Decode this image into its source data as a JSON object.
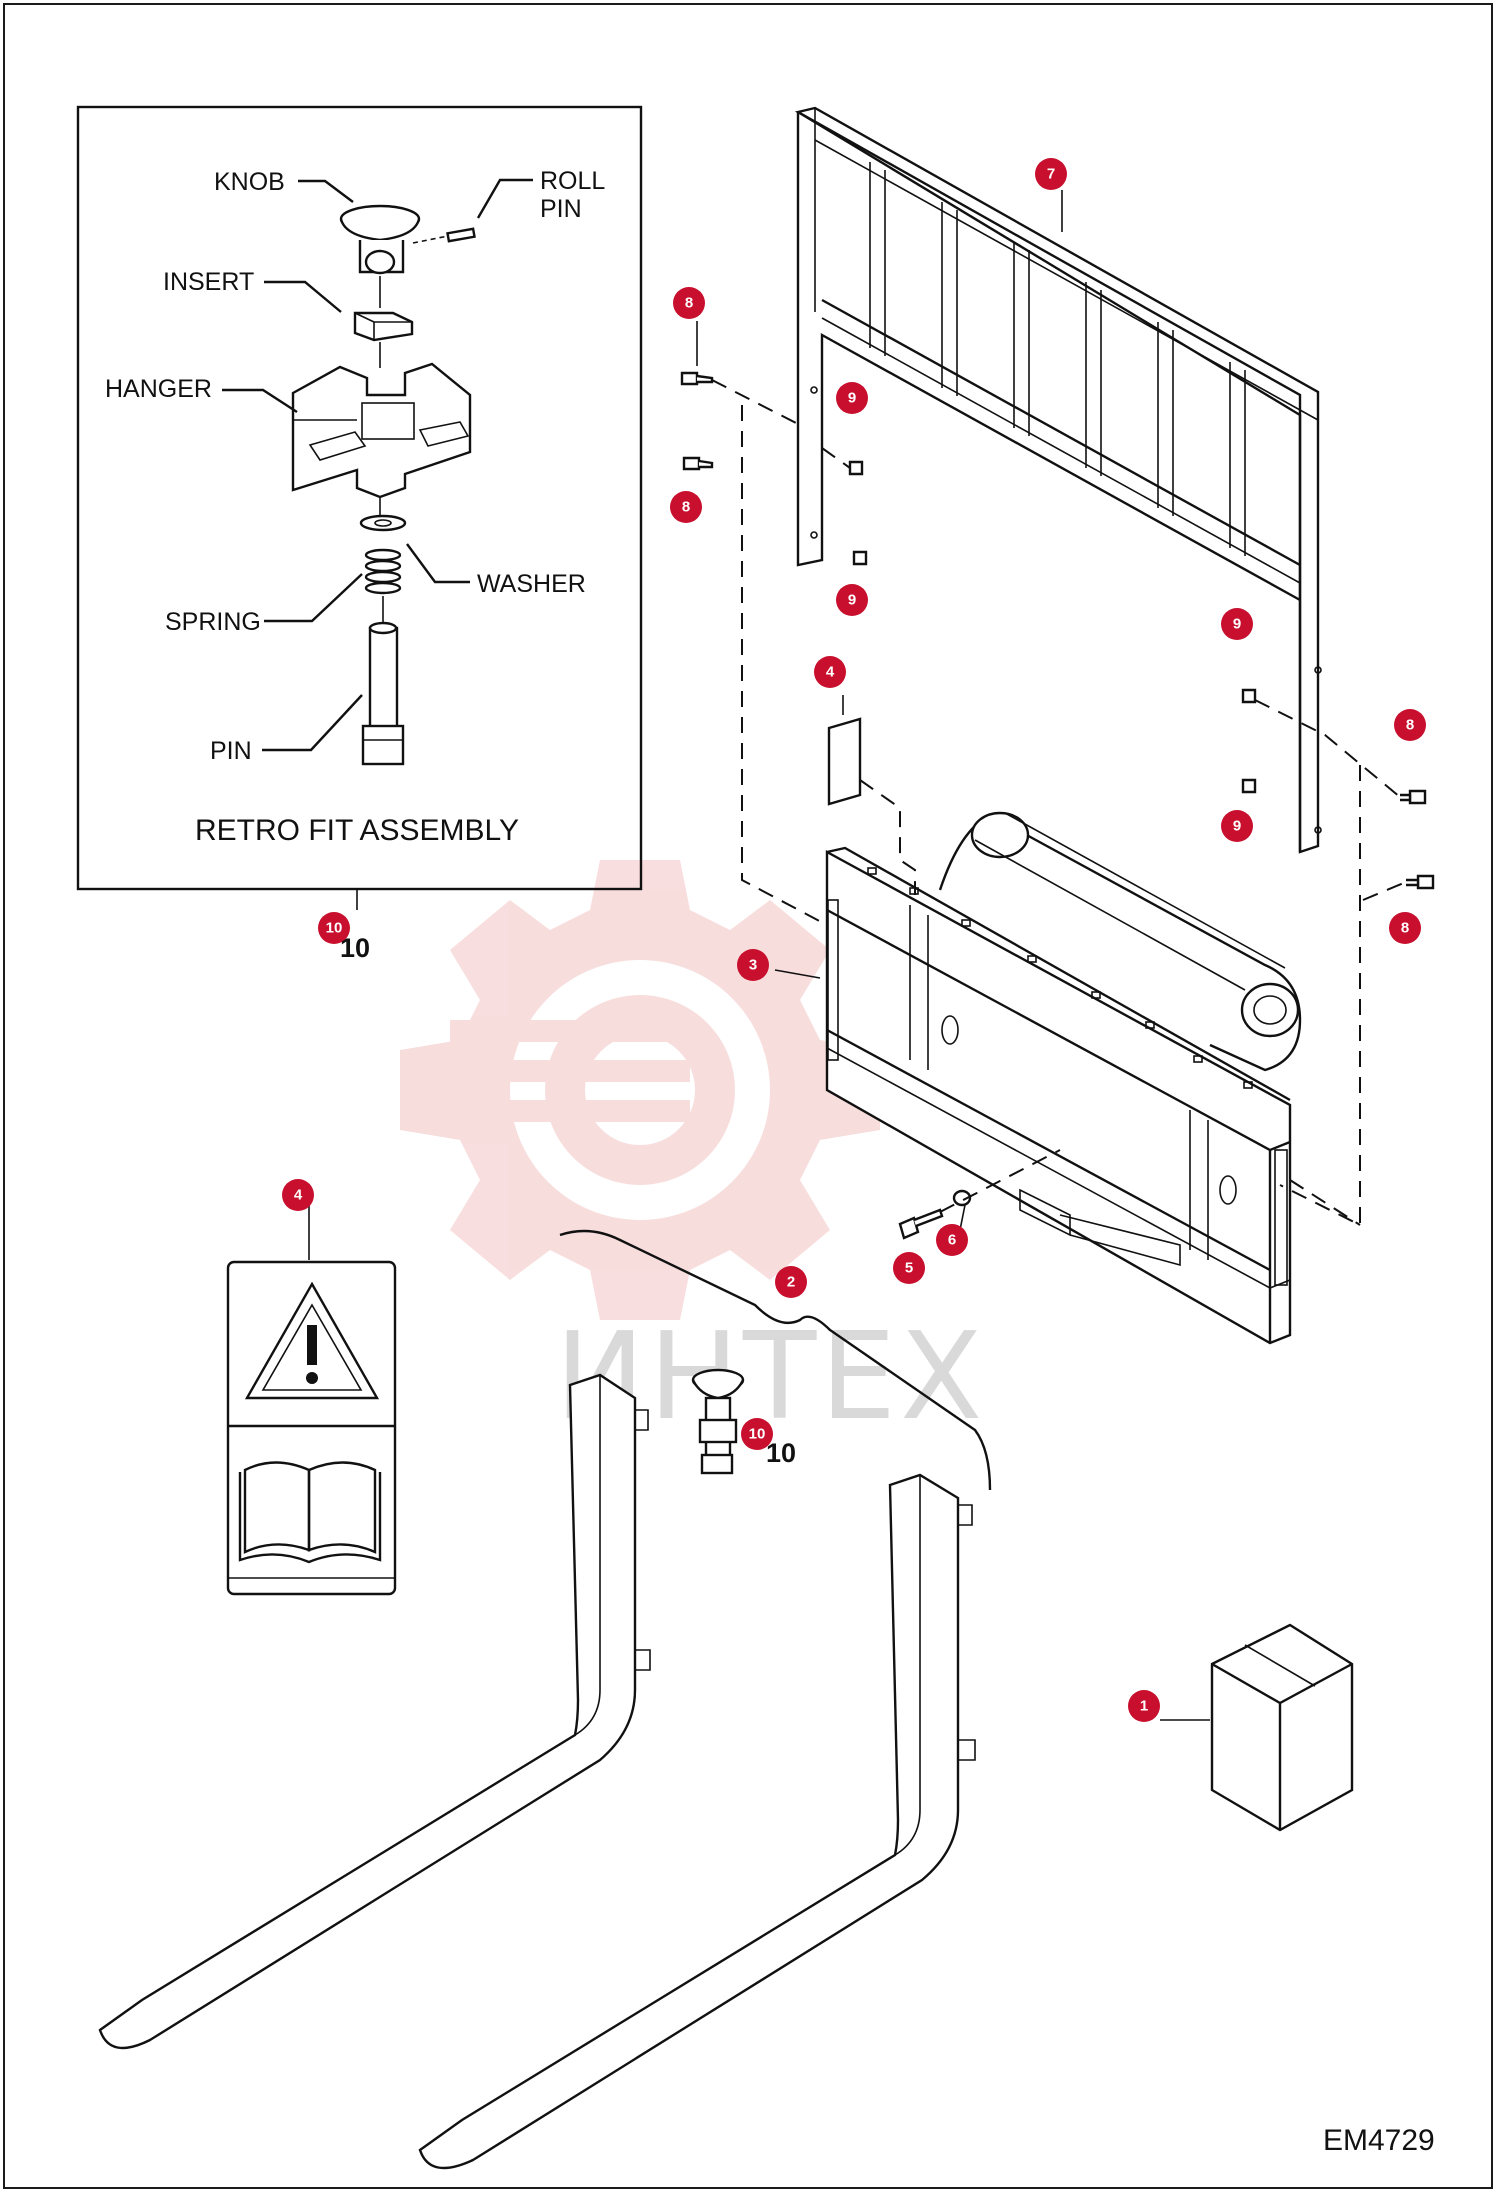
{
  "inset": {
    "title": "RETRO FIT ASSEMBLY",
    "labels": {
      "knob": "KNOB",
      "roll_pin_line1": "ROLL",
      "roll_pin_line2": "PIN",
      "insert": "INSERT",
      "hanger": "HANGER",
      "washer": "WASHER",
      "spring": "SPRING",
      "pin": "PIN"
    }
  },
  "callouts": [
    {
      "id": "c7",
      "n": "7"
    },
    {
      "id": "c8a",
      "n": "8"
    },
    {
      "id": "c9a",
      "n": "9"
    },
    {
      "id": "c8b",
      "n": "8"
    },
    {
      "id": "c9b",
      "n": "9"
    },
    {
      "id": "c9c",
      "n": "9"
    },
    {
      "id": "c4a",
      "n": "4"
    },
    {
      "id": "c8c",
      "n": "8"
    },
    {
      "id": "c9d",
      "n": "9"
    },
    {
      "id": "c8d",
      "n": "8"
    },
    {
      "id": "c10a",
      "n": "10"
    },
    {
      "id": "c3",
      "n": "3"
    },
    {
      "id": "c4b",
      "n": "4"
    },
    {
      "id": "c6",
      "n": "6"
    },
    {
      "id": "c5",
      "n": "5"
    },
    {
      "id": "c2",
      "n": "2"
    },
    {
      "id": "c10b",
      "n": "10"
    },
    {
      "id": "c1",
      "n": "1"
    }
  ],
  "part_numbers": {
    "n10a": "10",
    "n10b": "10"
  },
  "watermark": "ИНТЕХ",
  "figure_code": "EM4729",
  "colors": {
    "callout": "#c8102e",
    "watermark": "#f2b8b8",
    "line": "#111111"
  }
}
